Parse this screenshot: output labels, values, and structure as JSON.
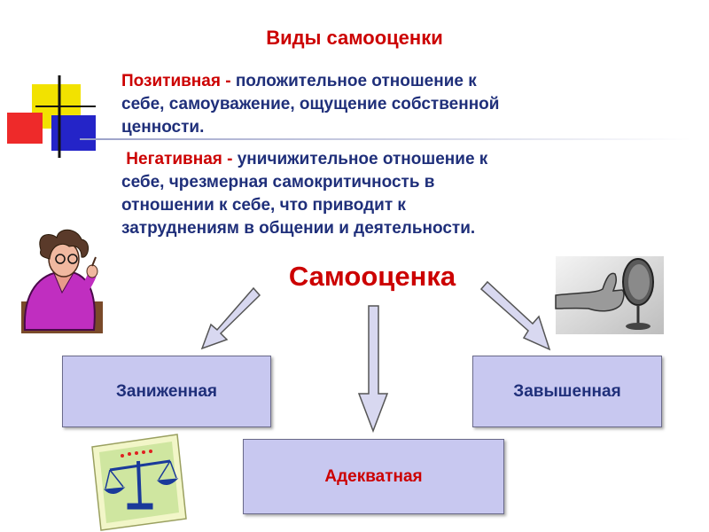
{
  "title": "Виды самооценки",
  "positive": {
    "term": "Позитивная -",
    "lines": [
      " положительное    отношение к",
      "себе, самоуважение, ощущение собственной",
      "ценности."
    ]
  },
  "negative": {
    "term": "Негативная -",
    "lines": [
      " уничижительное отношение к",
      "себе, чрезмерная самокритичность в",
      "отношении к себе, что приводит к",
      "затруднениям в общении и деятельности."
    ]
  },
  "center_label": "Самооценка",
  "boxes": {
    "low": "Заниженная",
    "high": "Завышенная",
    "adequate": "Адекватная"
  },
  "icons": [
    "decorative-squares-icon",
    "thinking-woman-icon",
    "thumbs-up-mirror-icon",
    "scales-icon"
  ],
  "colors": {
    "title": "#cc0000",
    "text": "#1f2f7a",
    "box_fill": "#c8c8f0",
    "arrow_fill": "#d8d8f0"
  }
}
